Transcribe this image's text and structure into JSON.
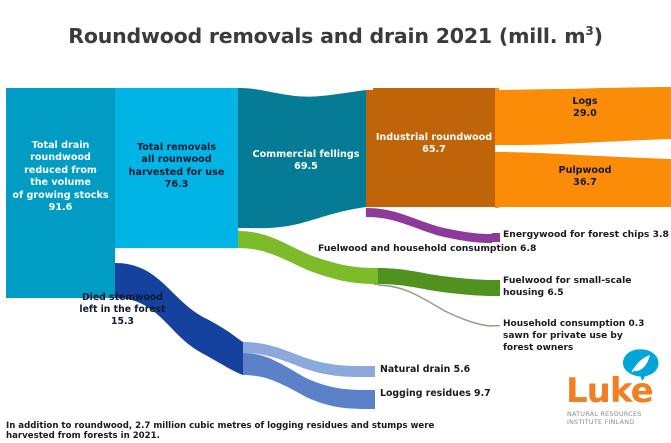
{
  "chart_data": {
    "type": "sankey",
    "title": "Roundwood removals and drain 2021 (mill. m3)",
    "title_main": "Roundwood removals and drain 2021 (mill. m",
    "title_sup": "3",
    "title_tail": ")",
    "unit": "mill. m3",
    "year": "2021",
    "nodes": [
      {
        "id": "total_drain",
        "label": "Total drain roundwood reduced from the volume of growing stocks",
        "value": 91.6,
        "color": "#009cc4",
        "column": 0
      },
      {
        "id": "total_removals",
        "label": "Total removals all rounwood harvested for use",
        "value": 76.3,
        "color": "#00b4e6",
        "column": 1
      },
      {
        "id": "commercial_fellings",
        "label": "Commercial fellings",
        "value": 69.5,
        "color": "#067b96",
        "column": 2
      },
      {
        "id": "industrial_roundwood",
        "label": "Industrial roundwood",
        "value": 65.7,
        "color": "#bf6408",
        "column": 3
      },
      {
        "id": "logs",
        "label": "Logs",
        "value": 29.0,
        "color": "#fb8c07",
        "column": 4
      },
      {
        "id": "pulpwood",
        "label": "Pulpwood",
        "value": 36.7,
        "color": "#fb8c07",
        "column": 4
      },
      {
        "id": "died_stemwood",
        "label": "Died stemwood left in the forest",
        "value": 15.3,
        "color": "#14429e",
        "column": 1
      },
      {
        "id": "energywood",
        "label": "Energywood for forest chips",
        "value": 3.8,
        "color": "#8e3a9c",
        "column": 4
      },
      {
        "id": "fuelwood_household",
        "label": "Fuelwood and household consumption",
        "value": 6.8,
        "color": "#7cbb2a",
        "column": 3
      },
      {
        "id": "fuelwood_small_scale",
        "label": "Fuelwood for small-scale housing",
        "value": 6.5,
        "color": "#4f9220",
        "column": 4
      },
      {
        "id": "household_consumption",
        "label": "Household consumption sawn for private use by forest owners",
        "value": 0.3,
        "color": "#9a9a8c",
        "column": 4
      },
      {
        "id": "natural_drain",
        "label": "Natural drain",
        "value": 5.6,
        "color": "#8ba9dd",
        "column": 4
      },
      {
        "id": "logging_residues",
        "label": "Logging residues",
        "value": 9.7,
        "color": "#5b82c9",
        "column": 4
      }
    ],
    "links": [
      {
        "source": "total_drain",
        "target": "total_removals",
        "value": 76.3
      },
      {
        "source": "total_drain",
        "target": "died_stemwood",
        "value": 15.3
      },
      {
        "source": "total_removals",
        "target": "commercial_fellings",
        "value": 69.5
      },
      {
        "source": "total_removals",
        "target": "fuelwood_household",
        "value": 6.8
      },
      {
        "source": "commercial_fellings",
        "target": "industrial_roundwood",
        "value": 65.7
      },
      {
        "source": "commercial_fellings",
        "target": "energywood",
        "value": 3.8
      },
      {
        "source": "industrial_roundwood",
        "target": "logs",
        "value": 29.0
      },
      {
        "source": "industrial_roundwood",
        "target": "pulpwood",
        "value": 36.7
      },
      {
        "source": "fuelwood_household",
        "target": "fuelwood_small_scale",
        "value": 6.5
      },
      {
        "source": "fuelwood_household",
        "target": "household_consumption",
        "value": 0.3
      },
      {
        "source": "died_stemwood",
        "target": "natural_drain",
        "value": 5.6
      },
      {
        "source": "died_stemwood",
        "target": "logging_residues",
        "value": 9.7
      }
    ],
    "footnote": "In addition to roundwood, 2.7 million cubic metres of logging residues and stumps were harvested from forests in 2021."
  },
  "title": {
    "main": "Roundwood removals and drain 2021 (mill. m",
    "sup": "3",
    "tail": ")"
  },
  "nodes": {
    "total_drain": {
      "line1": "Total drain",
      "line2": "roundwood",
      "line3": "reduced from",
      "line4": "the volume",
      "line5": "of growing stocks",
      "value": "91.6"
    },
    "total_removals": {
      "line1": "Total removals",
      "line2": "all rounwood",
      "line3": "harvested for use",
      "value": "76.3"
    },
    "commercial_fellings": {
      "line1": "Commercial fellings",
      "value": "69.5"
    },
    "industrial_roundwood": {
      "line1": "Industrial roundwood",
      "value": "65.7"
    },
    "logs": {
      "line1": "Logs",
      "value": "29.0"
    },
    "pulpwood": {
      "line1": "Pulpwood",
      "value": "36.7"
    },
    "died_stemwood": {
      "line1": "Died stemwood",
      "line2": "left in the forest",
      "value": "15.3"
    }
  },
  "side_labels": {
    "energywood": "Energywood for forest chips  3.8",
    "fuelwood_household": "Fuelwood and household consumption  6.8",
    "fuelwood_small_scale_l1": "Fuelwood for small-scale",
    "fuelwood_small_scale_l2": "housing  6.5",
    "household_l1": "Household consumption  0.3",
    "household_l2": "sawn for private use by",
    "household_l3": "forest owners",
    "natural_drain": "Natural drain  5.6",
    "logging_residues": "Logging residues  9.7"
  },
  "footnote": "In addition to roundwood, 2.7 million cubic metres of logging residues and stumps were harvested from forests in 2021.",
  "logo": {
    "word": "Luke",
    "sub_line1": "NATURAL RESOURCES",
    "sub_line2": "INSTITUTE FINLAND"
  },
  "colors": {
    "total_drain": "#009cc4",
    "total_removals": "#00b4e6",
    "commercial_fellings": "#067b96",
    "industrial_roundwood": "#bf6408",
    "logs_pulpwood": "#fb8c07",
    "died_stemwood": "#14429e",
    "energywood": "#8e3a9c",
    "fuelwood": "#7cbb2a",
    "fuelwood_small": "#4f9220",
    "household": "#9a9a8c",
    "natural_drain": "#8ba9dd",
    "logging_residues": "#5b82c9",
    "title_text": "#3b3b3b",
    "logo_orange": "#f08022",
    "logo_cyan": "#00a5d9"
  }
}
